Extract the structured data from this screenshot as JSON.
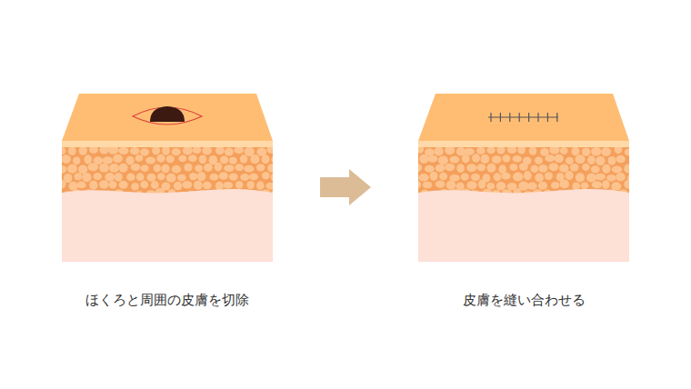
{
  "diagram": {
    "nodes": [
      {
        "text": [
          "ほくろと周囲の皮膚を切除"
        ]
      },
      {
        "text": [
          "皮膚を縫い合わせる"
        ]
      }
    ],
    "edges": [
      {
        "from": 0,
        "to": 1,
        "arrow": "to"
      }
    ]
  }
}
